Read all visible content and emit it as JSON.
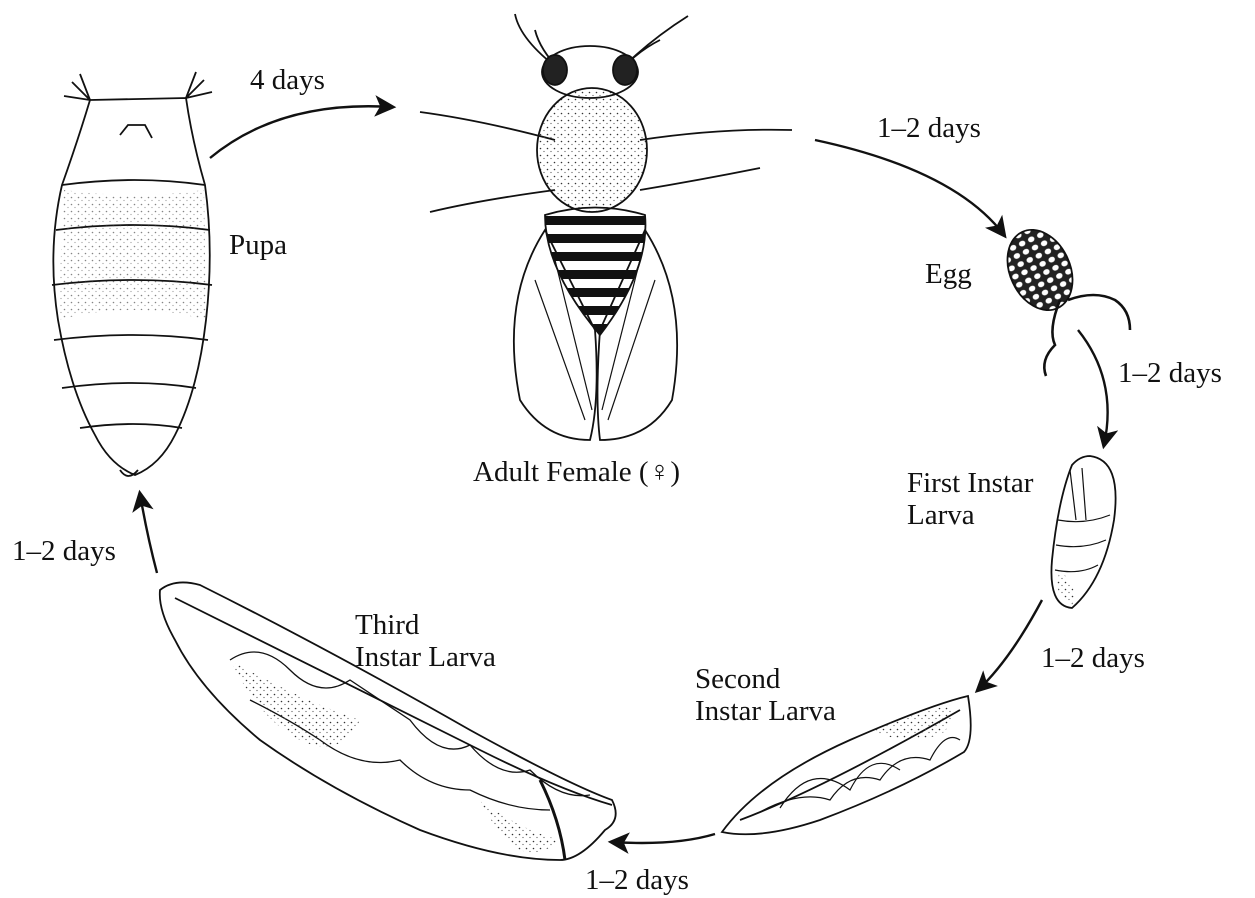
{
  "stages": {
    "adult": "Adult Female (♀)",
    "egg": "Egg",
    "first_larva": [
      "First Instar",
      "Larva"
    ],
    "second_larva": [
      "Second",
      "Instar Larva"
    ],
    "third_larva": [
      "Third",
      "Instar Larva"
    ],
    "pupa": "Pupa"
  },
  "durations": {
    "pupa_to_adult": "4 days",
    "adult_to_egg": "1–2 days",
    "egg_to_first": "1–2 days",
    "first_to_second": "1–2 days",
    "second_to_third": "1–2 days",
    "third_to_pupa": "1–2 days"
  },
  "colors": {
    "ink": "#111111",
    "background": "#ffffff"
  }
}
